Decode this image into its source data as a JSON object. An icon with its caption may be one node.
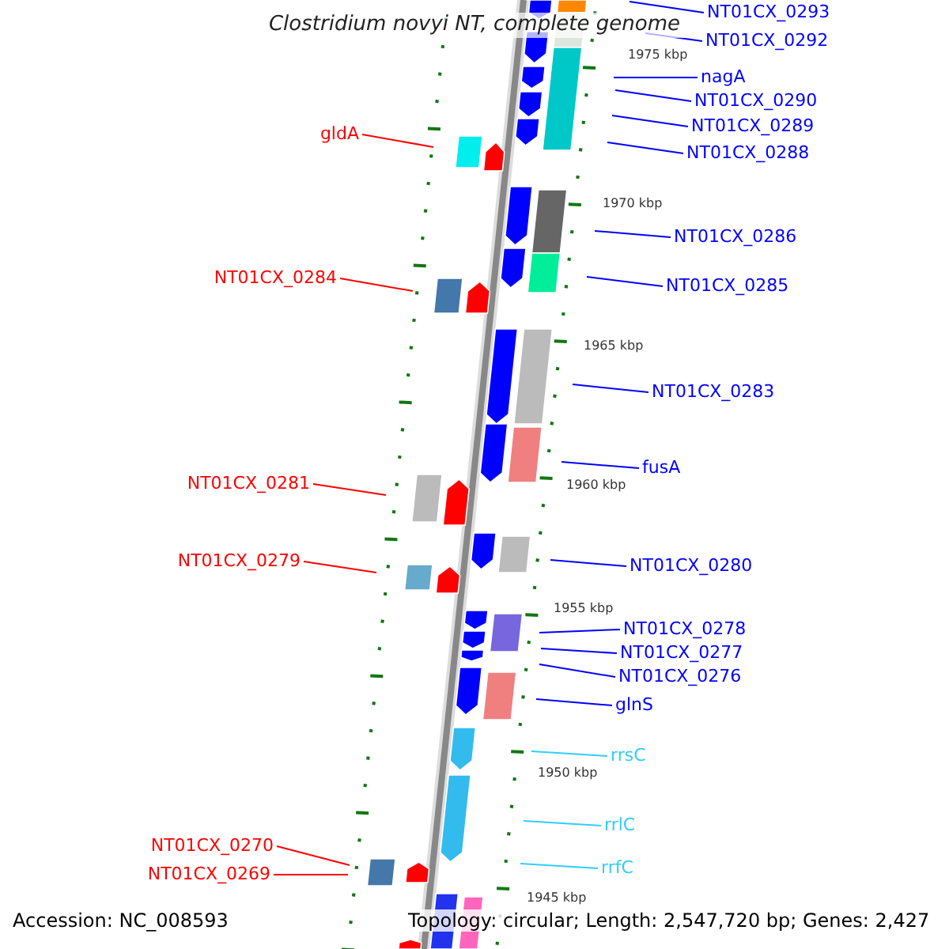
{
  "diagram": {
    "title": "Clostridium novyi NT, complete genome",
    "nodes": [
      {
        "text": [
          "NT01CX_0293"
        ]
      },
      {
        "text": [
          "NT01CX_0292"
        ]
      },
      {
        "text": [
          "gldA"
        ]
      },
      {
        "text": [
          "nagA"
        ]
      },
      {
        "text": [
          "NT01CX_0290"
        ]
      },
      {
        "text": [
          "NT01CX_0289"
        ]
      },
      {
        "text": [
          "NT01CX_0288"
        ]
      },
      {
        "text": [
          "NT01CX_0286"
        ]
      },
      {
        "text": [
          "NT01CX_0284"
        ]
      },
      {
        "text": [
          "NT01CX_0285"
        ]
      },
      {
        "text": [
          "NT01CX_0283"
        ]
      },
      {
        "text": [
          "fusA"
        ]
      },
      {
        "text": [
          "NT01CX_0281"
        ]
      },
      {
        "text": [
          "NT01CX_0279"
        ]
      },
      {
        "text": [
          "NT01CX_0280"
        ]
      },
      {
        "text": [
          "NT01CX_0278"
        ]
      },
      {
        "text": [
          "NT01CX_0277"
        ]
      },
      {
        "text": [
          "NT01CX_0276"
        ]
      },
      {
        "text": [
          "glnS"
        ]
      },
      {
        "text": [
          "rrsC"
        ]
      },
      {
        "text": [
          "rrlC"
        ]
      },
      {
        "text": [
          "rrfC"
        ]
      },
      {
        "text": [
          "NT01CX_0270"
        ]
      },
      {
        "text": [
          "NT01CX_0269"
        ]
      }
    ],
    "edges": [
      {
        "from": 0,
        "to": null,
        "arrow": "none"
      },
      {
        "from": 1,
        "to": null,
        "arrow": "none"
      },
      {
        "from": 2,
        "to": null,
        "arrow": "none",
        "color": "#ff0000"
      },
      {
        "from": 3,
        "to": null,
        "arrow": "none"
      },
      {
        "from": 4,
        "to": null,
        "arrow": "none"
      },
      {
        "from": 5,
        "to": null,
        "arrow": "none"
      },
      {
        "from": 6,
        "to": null,
        "arrow": "none"
      },
      {
        "from": 7,
        "to": null,
        "arrow": "none"
      },
      {
        "from": 8,
        "to": null,
        "arrow": "none",
        "color": "#ff0000"
      },
      {
        "from": 9,
        "to": null,
        "arrow": "none"
      },
      {
        "from": 10,
        "to": null,
        "arrow": "none"
      },
      {
        "from": 11,
        "to": null,
        "arrow": "none"
      },
      {
        "from": 12,
        "to": null,
        "arrow": "none",
        "color": "#ff0000"
      },
      {
        "from": 13,
        "to": null,
        "arrow": "none",
        "color": "#ff0000"
      },
      {
        "from": 14,
        "to": null,
        "arrow": "none"
      },
      {
        "from": 15,
        "to": null,
        "arrow": "none"
      },
      {
        "from": 16,
        "to": null,
        "arrow": "none"
      },
      {
        "from": 17,
        "to": null,
        "arrow": "none"
      },
      {
        "from": 18,
        "to": null,
        "arrow": "none"
      },
      {
        "from": 19,
        "to": null,
        "arrow": "none",
        "color": "#33ccff"
      },
      {
        "from": 20,
        "to": null,
        "arrow": "none",
        "color": "#33ccff"
      },
      {
        "from": 21,
        "to": null,
        "arrow": "none",
        "color": "#33ccff"
      },
      {
        "from": 22,
        "to": null,
        "arrow": "none",
        "color": "#ff0000"
      },
      {
        "from": 23,
        "to": null,
        "arrow": "none",
        "color": "#ff0000"
      }
    ],
    "labels": [
      "1975 kbp",
      "1970 kbp",
      "1965 kbp",
      "1960 kbp",
      "1955 kbp",
      "1950 kbp",
      "1945 kbp",
      "Accession: NC_008593",
      "Topology: circular; Length: 2,547,720 bp; Genes: 2,427"
    ]
  }
}
